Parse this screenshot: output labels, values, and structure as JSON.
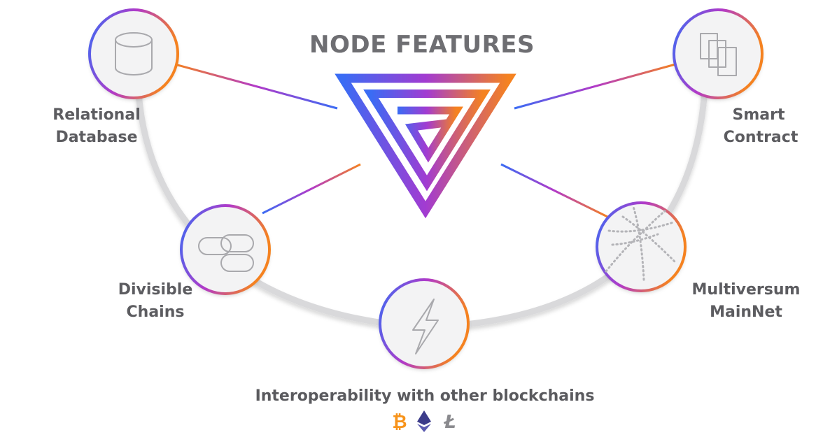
{
  "title": "NODE FEATURES",
  "features": {
    "relational_database": {
      "line1": "Relational",
      "line2": "Database",
      "icon": "database-icon"
    },
    "smart_contract": {
      "line1": "Smart",
      "line2": "Contract",
      "icon": "documents-icon"
    },
    "divisible_chains": {
      "line1": "Divisible",
      "line2": "Chains",
      "icon": "chain-links-icon"
    },
    "multiversum_mainnet": {
      "line1": "Multiversum",
      "line2": "MainNet",
      "icon": "network-sphere-icon"
    },
    "interoperability": {
      "label": "Interoperability with other blockchains",
      "icon": "lightning-icon"
    }
  },
  "coins": {
    "bitcoin": {
      "symbol": "₿",
      "icon": "bitcoin-icon",
      "color": "#f7931a"
    },
    "ethereum": {
      "icon": "ethereum-icon",
      "color": "#3c3c8a"
    },
    "litecoin": {
      "symbol": "Ł",
      "icon": "litecoin-icon",
      "color": "#8a8a8e"
    }
  },
  "colors": {
    "gradient_start": "#3a6cf4",
    "gradient_mid": "#a23bd1",
    "gradient_end": "#f58220",
    "arc": "#d7d7d9",
    "text": "#5c5c60"
  }
}
